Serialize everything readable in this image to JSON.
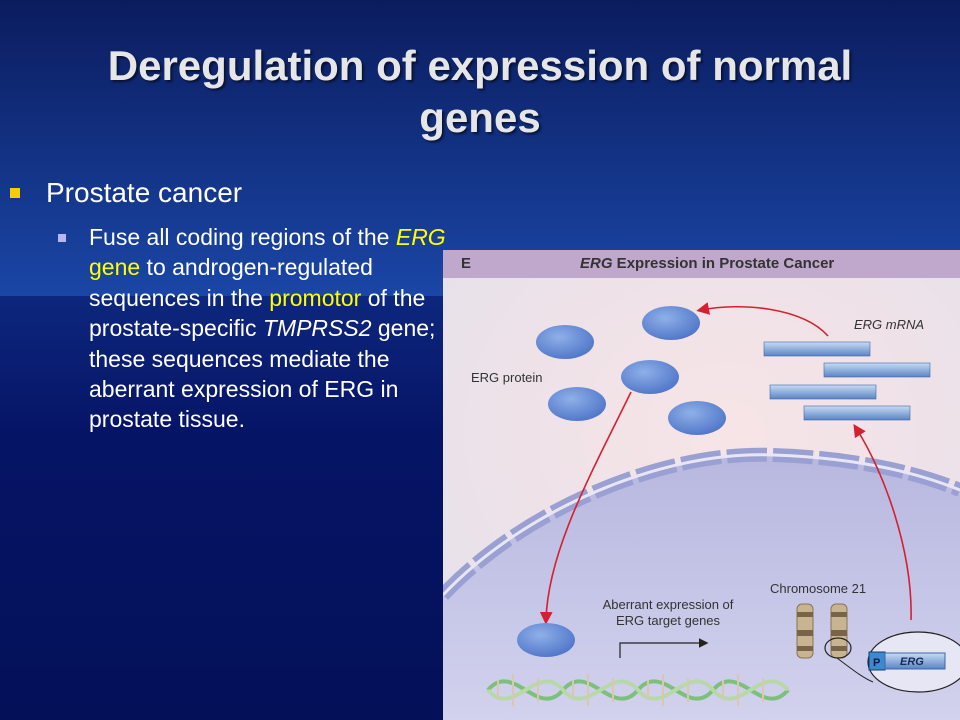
{
  "slide": {
    "title": "Deregulation of expression of normal genes",
    "bullet1": "Prostate cancer",
    "bullet2": {
      "t1": "Fuse all coding regions of the ",
      "t2": "ERG",
      "t3": " gene",
      "t4": " to androgen-regulated sequences in the ",
      "t5": "promotor",
      "t6": " of the prostate-specific ",
      "t7": "TMPRSS2",
      "t8": " gene; these sequences mediate the aberrant expression of ERG in prostate tissue."
    }
  },
  "figure": {
    "panel_letter": "E",
    "title": "ERG Expression in Prostate Cancer",
    "erg_mrna_label": "ERG mRNA",
    "erg_protein_label": "ERG protein",
    "chromosome_label": "Chromosome 21",
    "aberrant_line1": "Aberrant expression of",
    "aberrant_line2": "ERG target genes",
    "promoter_letter": "P",
    "erg_gene_label": "ERG"
  },
  "colors": {
    "title_text": "#e6e6e6",
    "highlight_yellow": "#ffff00",
    "bullet_yellow": "#f5d000",
    "header_purple": "#c0a8cc",
    "arrow_red": "#d42030"
  }
}
